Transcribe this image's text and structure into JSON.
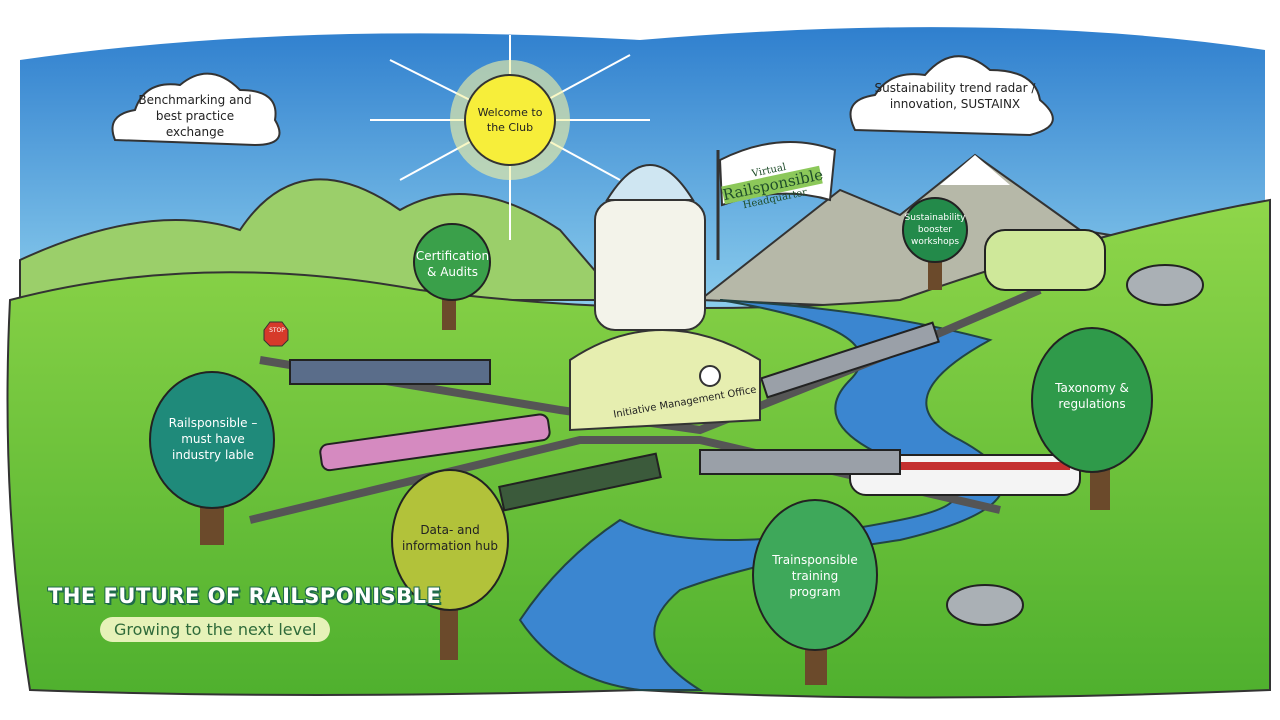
{
  "title": "THE FUTURE OF RAILSPONISBLE",
  "subtitle": "Growing to the next level",
  "sun": {
    "label": "Welcome to the Club"
  },
  "clouds": [
    {
      "label": "Benchmarking and best practice exchange"
    },
    {
      "label": "Sustainability trend radar / innovation, SUSTAINX"
    }
  ],
  "flag": {
    "top": "Virtual",
    "main": "Railsponsible",
    "bottom": "Headquarter"
  },
  "building": {
    "label": "Initiative Management Office",
    "stop_sign": "STOP"
  },
  "trees": [
    {
      "label": "Certification & Audits"
    },
    {
      "label": "Railsponsible – must have industry lable"
    },
    {
      "label": "Data- and information hub"
    },
    {
      "label": "Trainsponsible training program"
    },
    {
      "label": "Taxonomy & regulations"
    },
    {
      "label": "Sustainability booster workshops"
    }
  ],
  "colors": {
    "sky": "#3a8fd6",
    "grass": "#6cc43a",
    "river": "#3b86d0",
    "tree": "#1f8a5a"
  }
}
